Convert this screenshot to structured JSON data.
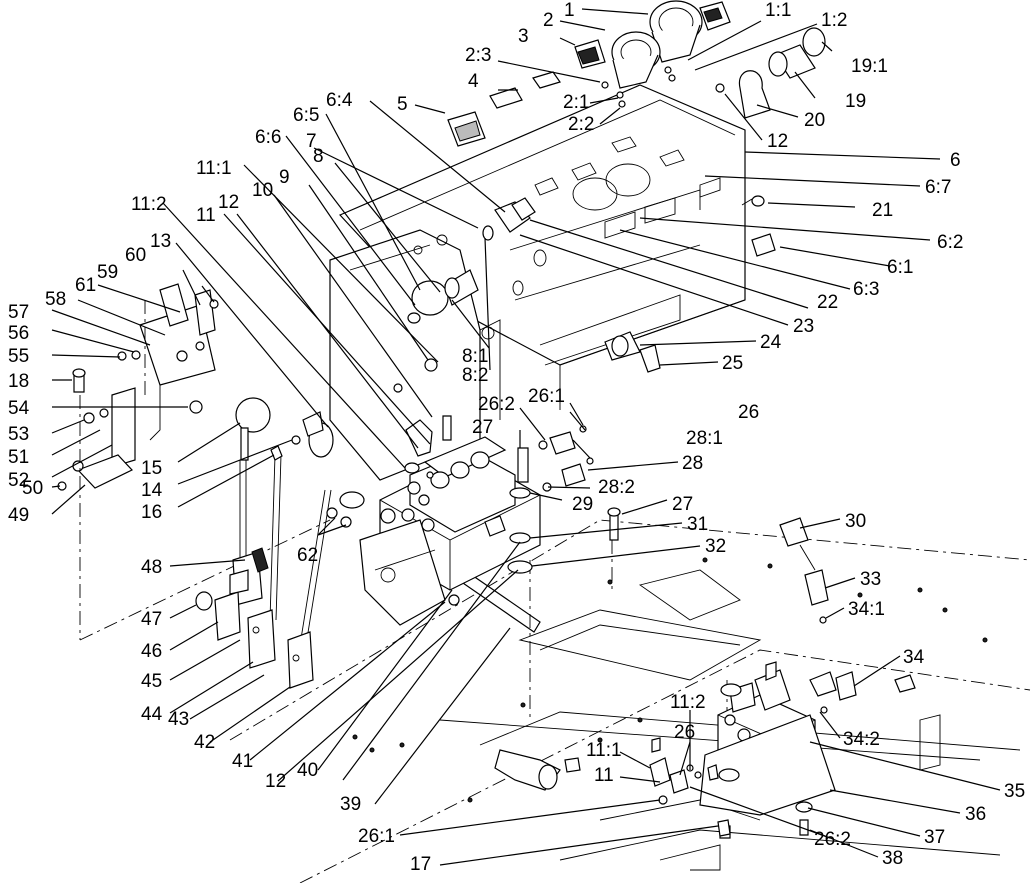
{
  "callouts": {
    "c1": "1",
    "c2": "2",
    "c3": "3",
    "c1_1": "1:1",
    "c1_2": "1:2",
    "c2_3": "2:3",
    "c4": "4",
    "c2_1": "2:1",
    "c2_2": "2:2",
    "c5": "5",
    "c19_1": "19:1",
    "c19": "19",
    "c20": "20",
    "c12a": "12",
    "c6": "6",
    "c6_7": "6:7",
    "c21": "21",
    "c6_2": "6:2",
    "c6_1": "6:1",
    "c6_3": "6:3",
    "c22": "22",
    "c23": "23",
    "c24": "24",
    "c25": "25",
    "c6_4": "6:4",
    "c6_5": "6:5",
    "c6_6": "6:6",
    "c7": "7",
    "c8": "8",
    "c11_1a": "11:1",
    "c9": "9",
    "c10": "10",
    "c11_2a": "11:2",
    "c11a": "11",
    "c12b": "12",
    "c13": "13",
    "c60": "60",
    "c59": "59",
    "c61": "61",
    "c58": "58",
    "c57": "57",
    "c56": "56",
    "c55": "55",
    "c18": "18",
    "c54": "54",
    "c53": "53",
    "c51": "51",
    "c52": "52",
    "c50": "50",
    "c49": "49",
    "c15": "15",
    "c14": "14",
    "c16": "16",
    "c8_1": "8:1",
    "c8_2": "8:2",
    "c26_2a": "26:2",
    "c26_1a": "26:1",
    "c26a": "26",
    "c27a": "27",
    "c28_1": "28:1",
    "c28": "28",
    "c28_2": "28:2",
    "c29": "29",
    "c27b": "27",
    "c31": "31",
    "c32": "32",
    "c30": "30",
    "c33": "33",
    "c34_1": "34:1",
    "c34": "34",
    "c34_2": "34:2",
    "c35": "35",
    "c36": "36",
    "c37": "37",
    "c38": "38",
    "c48": "48",
    "c62": "62",
    "c47": "47",
    "c46": "46",
    "c45": "45",
    "c44": "44",
    "c43": "43",
    "c42": "42",
    "c41": "41",
    "c12c": "12",
    "c40": "40",
    "c39": "39",
    "c11_2b": "11:2",
    "c26b": "26",
    "c11_1b": "11:1",
    "c11b": "11",
    "c26_1b": "26:1",
    "c26_2b": "26:2",
    "c17": "17"
  }
}
